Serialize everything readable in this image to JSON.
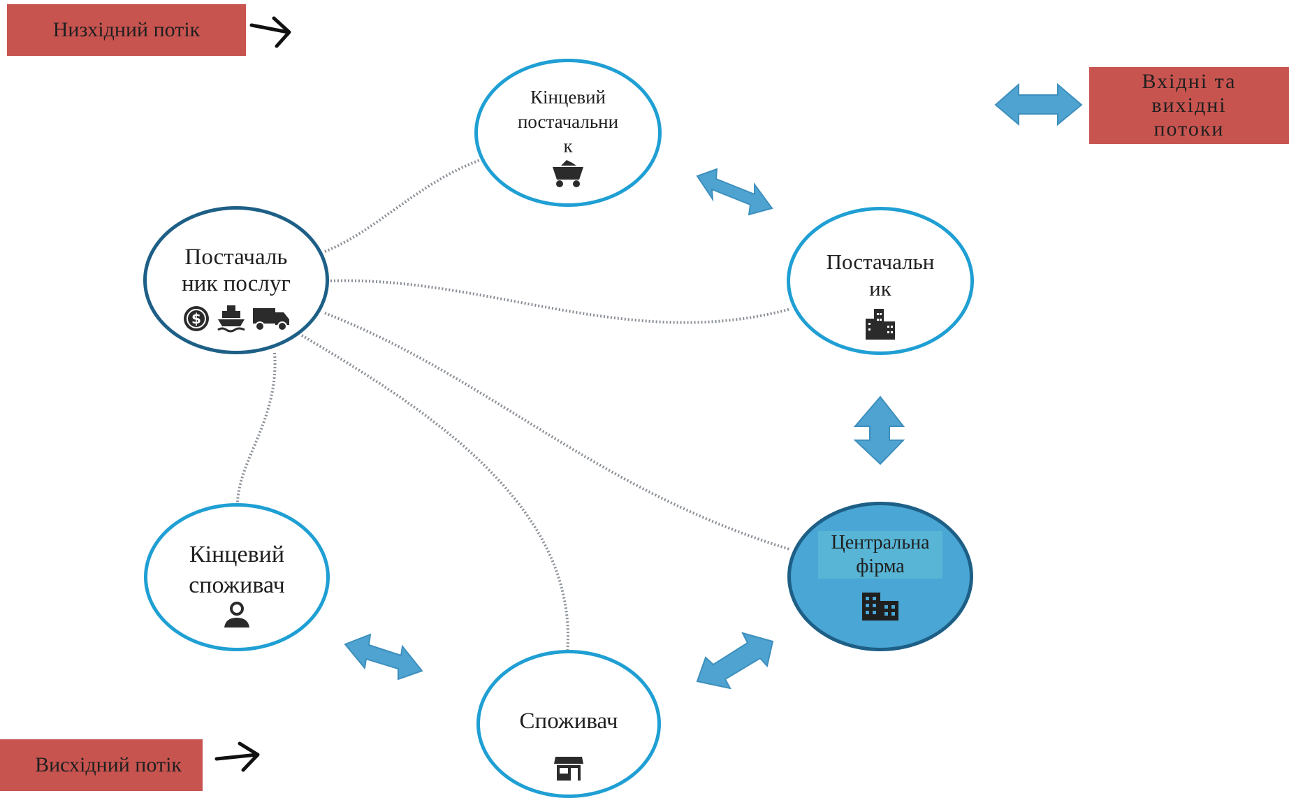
{
  "legend": {
    "downstream": "Низхідний потік",
    "upstream": "Висхідний потік",
    "bidirectional": "Вхідні та\nвихідні\nпотоки"
  },
  "nodes": {
    "service_provider": {
      "label": "Постачаль\nник послуг",
      "icons": [
        "dollar-coin-icon",
        "ship-icon",
        "truck-icon"
      ]
    },
    "end_supplier": {
      "label": "Кінцевий\nпостачальни\nк",
      "icons": [
        "mine-cart-icon"
      ]
    },
    "supplier": {
      "label": "Постачальн\nик",
      "icons": [
        "buildings-icon"
      ]
    },
    "end_consumer": {
      "label": "Кінцевий\nспоживач",
      "icons": [
        "person-icon"
      ]
    },
    "consumer": {
      "label": "Споживач",
      "icons": [
        "store-icon"
      ]
    },
    "central_firm": {
      "label": "Центральна\nфірма",
      "icons": [
        "office-building-icon"
      ]
    }
  },
  "colors": {
    "legend_fill": "#c85450",
    "node_border": "#1f9fd3",
    "node_border_dark": "#1d5f86",
    "central_fill": "#4aa6d4",
    "flow_arrow": "#4fa3d1",
    "dotted_link": "#8a8f96"
  }
}
